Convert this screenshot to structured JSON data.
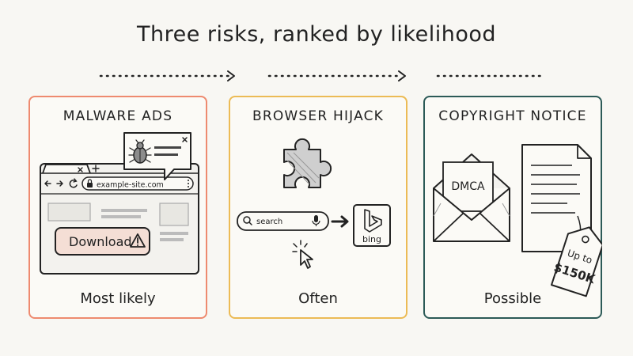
{
  "title": "Three risks, ranked by likelihood",
  "cards": [
    {
      "heading": "MALWARE ADS",
      "likelihood": "Most likely",
      "url": "example-site.com",
      "button_label": "Download",
      "accent": "#ee8a6f"
    },
    {
      "heading": "BROWSER HIJACK",
      "likelihood": "Often",
      "search_placeholder": "search",
      "engine_label": "bing",
      "accent": "#ecbb55"
    },
    {
      "heading": "COPYRIGHT NOTICE",
      "likelihood": "Possible",
      "letter_label": "DMCA",
      "tag_line1": "Up to",
      "tag_line2": "$150K",
      "accent": "#2c5a57"
    }
  ],
  "icons": [
    "arrow-right-icon",
    "bug-icon",
    "close-icon",
    "plus-icon",
    "back-icon",
    "forward-icon",
    "refresh-icon",
    "lock-icon",
    "kebab-icon",
    "warning-icon",
    "puzzle-piece-icon",
    "search-icon",
    "microphone-icon",
    "bing-logo-icon",
    "cursor-icon",
    "envelope-icon",
    "document-icon",
    "price-tag-icon"
  ]
}
